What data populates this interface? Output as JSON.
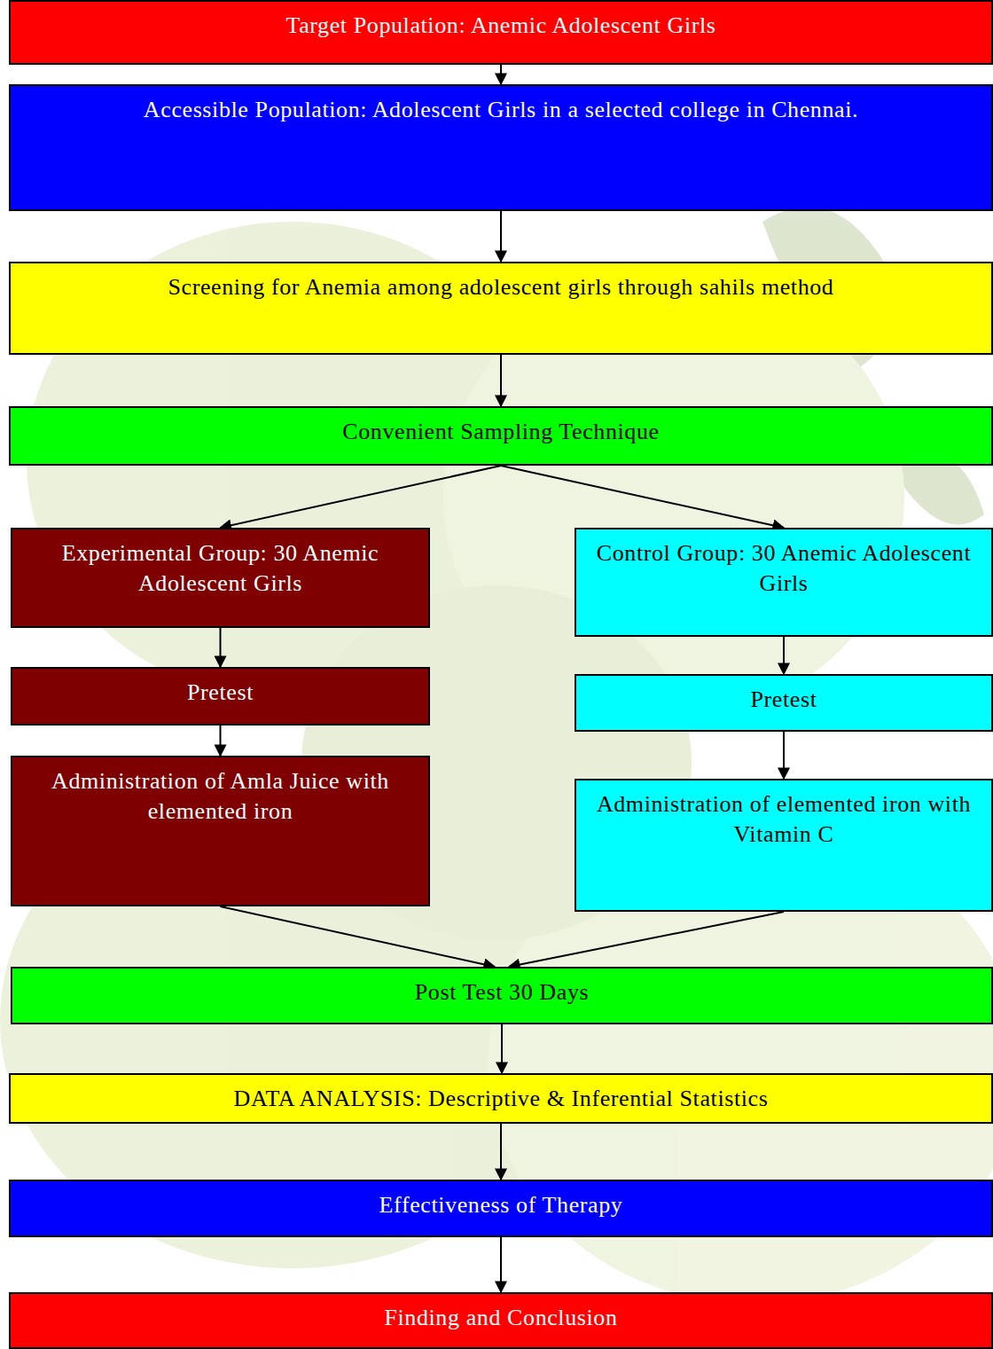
{
  "diagram": {
    "nodes": [
      {
        "text": [
          "Target Population: Anemic Adolescent Girls"
        ]
      },
      {
        "text": [
          "Accessible Population: Adolescent Girls in a selected college in Chennai."
        ]
      },
      {
        "text": [
          "Screening for Anemia among adolescent girls through sahils method"
        ]
      },
      {
        "text": [
          "Convenient Sampling Technique"
        ]
      },
      {
        "text": [
          "Experimental Group: 30 Anemic Adolescent Girls"
        ]
      },
      {
        "text": [
          "Control Group: 30 Anemic Adolescent Girls"
        ]
      },
      {
        "text": [
          "Pretest"
        ]
      },
      {
        "text": [
          "Pretest"
        ]
      },
      {
        "text": [
          "Administration of Amla Juice with elemented iron"
        ]
      },
      {
        "text": [
          "Administration of elemented iron with Vitamin C"
        ]
      },
      {
        "text": [
          "Post Test 30 Days"
        ]
      },
      {
        "text": [
          "DATA ANALYSIS: Descriptive & Inferential Statistics"
        ]
      },
      {
        "text": [
          "Effectiveness of Therapy"
        ]
      },
      {
        "text": [
          "Finding and Conclusion"
        ]
      }
    ],
    "edges": [
      {
        "from": 0,
        "to": 1,
        "arrow": "to"
      },
      {
        "from": 1,
        "to": 2,
        "arrow": "to"
      },
      {
        "from": 2,
        "to": 3,
        "arrow": "to"
      },
      {
        "from": 3,
        "to": 4,
        "arrow": "to"
      },
      {
        "from": 3,
        "to": 5,
        "arrow": "to"
      },
      {
        "from": 4,
        "to": 6,
        "arrow": "to"
      },
      {
        "from": 5,
        "to": 7,
        "arrow": "to"
      },
      {
        "from": 6,
        "to": 8,
        "arrow": "to"
      },
      {
        "from": 7,
        "to": 9,
        "arrow": "to"
      },
      {
        "from": 8,
        "to": 10,
        "arrow": "to"
      },
      {
        "from": 9,
        "to": 10,
        "arrow": "to"
      },
      {
        "from": 10,
        "to": 11,
        "arrow": "to"
      },
      {
        "from": 11,
        "to": 12,
        "arrow": "to"
      },
      {
        "from": 12,
        "to": 13,
        "arrow": "to"
      }
    ]
  }
}
